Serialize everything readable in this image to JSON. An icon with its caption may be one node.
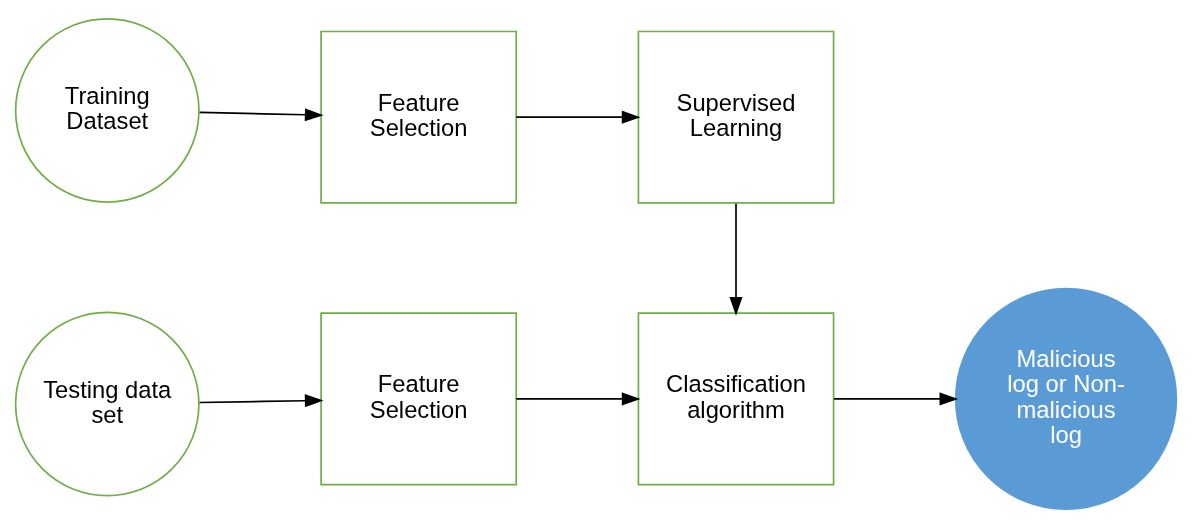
{
  "diagram": {
    "nodes": [
      {
        "text": [
          "Training Dataset"
        ]
      },
      {
        "text": [
          "Feature Selection"
        ]
      },
      {
        "text": [
          "Supervised Learning"
        ]
      },
      {
        "text": [
          "Testing data set"
        ]
      },
      {
        "text": [
          "Feature Selection"
        ]
      },
      {
        "text": [
          "Classification algorithm"
        ]
      },
      {
        "text": [
          "Malicious log or Non-malicious log"
        ]
      }
    ],
    "edges": [
      {
        "from": 0,
        "to": 1,
        "arrow": "to"
      },
      {
        "from": 1,
        "to": 2,
        "arrow": "to"
      },
      {
        "from": 2,
        "to": 5,
        "arrow": "to"
      },
      {
        "from": 3,
        "to": 4,
        "arrow": "to"
      },
      {
        "from": 4,
        "to": 5,
        "arrow": "to"
      },
      {
        "from": 5,
        "to": 6,
        "arrow": "to"
      }
    ]
  }
}
